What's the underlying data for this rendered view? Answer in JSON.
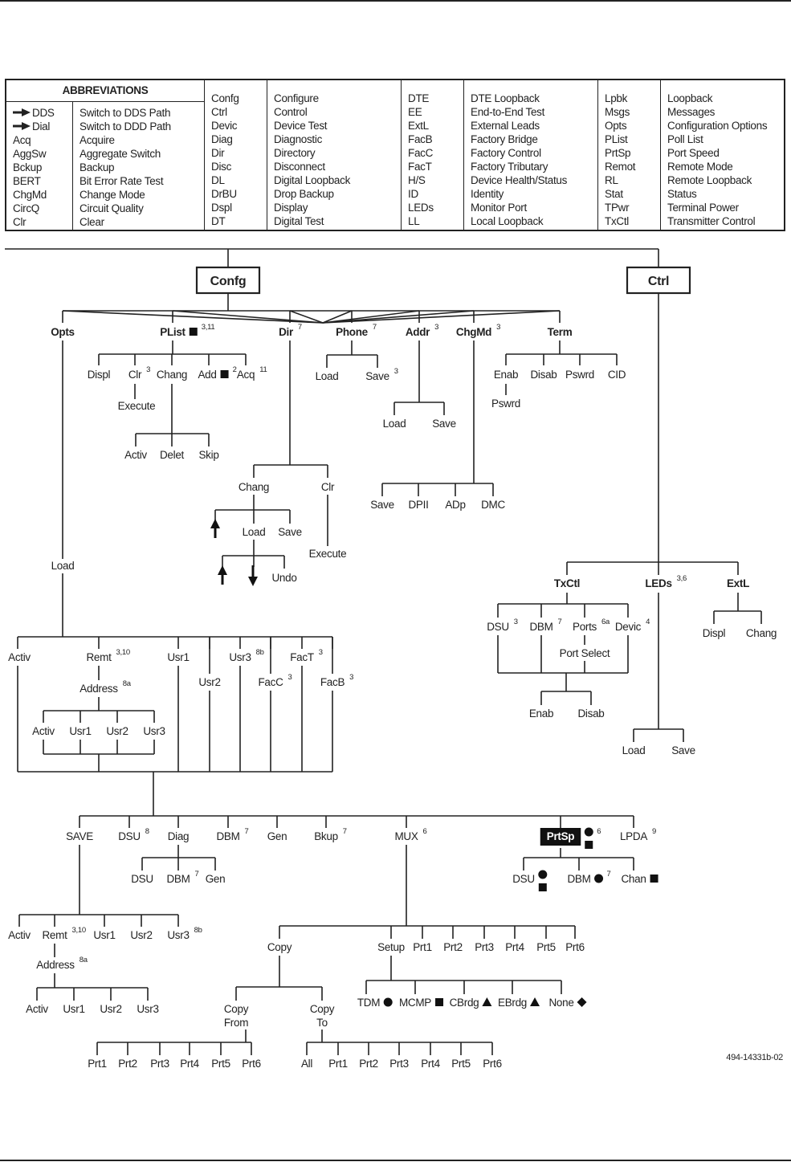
{
  "abbreviations": {
    "title": "ABBREVIATIONS",
    "groups": [
      {
        "abbr": [
          "DDS",
          "Dial",
          "Acq",
          "AggSw",
          "Bckup",
          "BERT",
          "ChgMd",
          "CircQ",
          "Clr"
        ],
        "meaning": [
          "Switch to DDS Path",
          "Switch to DDD Path",
          "Acquire",
          "Aggregate Switch",
          "Backup",
          "Bit Error Rate Test",
          "Change Mode",
          "Circuit Quality",
          "Clear"
        ],
        "arrow_rows": [
          0,
          1
        ]
      },
      {
        "abbr": [
          "Confg",
          "Ctrl",
          "Devic",
          "Diag",
          "Dir",
          "Disc",
          "DL",
          "DrBU",
          "Dspl",
          "DT"
        ],
        "meaning": [
          "Configure",
          "Control",
          "Device Test",
          "Diagnostic",
          "Directory",
          "Disconnect",
          "Digital Loopback",
          "Drop Backup",
          "Display",
          "Digital Test"
        ]
      },
      {
        "abbr": [
          "DTE",
          "EE",
          "ExtL",
          "FacB",
          "FacC",
          "FacT",
          "H/S",
          "ID",
          "LEDs",
          "LL"
        ],
        "meaning": [
          "DTE Loopback",
          "End-to-End Test",
          "External Leads",
          "Factory Bridge",
          "Factory Control",
          "Factory Tributary",
          "Device Health/Status",
          "Identity",
          "Monitor Port",
          "Local Loopback"
        ]
      },
      {
        "abbr": [
          "Lpbk",
          "Msgs",
          "Opts",
          "PList",
          "PrtSp",
          "Remot",
          "RL",
          "Stat",
          "TPwr",
          "TxCtl"
        ],
        "meaning": [
          "Loopback",
          "Messages",
          "Configuration Options",
          "Poll List",
          "Port Speed",
          "Remote Mode",
          "Remote Loopback",
          "Status",
          "Terminal Power",
          "Transmitter Control"
        ]
      }
    ],
    "arrow_icon": "right-arrow-icon"
  },
  "tree": {
    "roots": [
      {
        "id": "confg",
        "label": "Confg"
      },
      {
        "id": "ctrl",
        "label": "Ctrl"
      }
    ],
    "nodes": {
      "opts": {
        "label": "Opts",
        "bold": true
      },
      "plist": {
        "label": "PList",
        "bold": true,
        "marks": [
          "square"
        ],
        "sup": "3,11"
      },
      "dir": {
        "label": "Dir",
        "bold": true,
        "sup": "7"
      },
      "phone": {
        "label": "Phone",
        "bold": true,
        "sup": "7"
      },
      "addr": {
        "label": "Addr",
        "bold": true,
        "sup": "3"
      },
      "chgmd": {
        "label": "ChgMd",
        "bold": true,
        "sup": "3"
      },
      "term": {
        "label": "Term",
        "bold": true
      },
      "pl_displ": {
        "label": "Displ"
      },
      "pl_clr": {
        "label": "Clr",
        "sup": "3"
      },
      "pl_chang": {
        "label": "Chang"
      },
      "pl_add": {
        "label": "Add",
        "marks": [
          "square"
        ],
        "sup": "2"
      },
      "pl_acq": {
        "label": "Acq",
        "sup": "11"
      },
      "pl_execute": {
        "label": "Execute"
      },
      "pl_activ": {
        "label": "Activ"
      },
      "pl_delet": {
        "label": "Delet"
      },
      "pl_skip": {
        "label": "Skip"
      },
      "ph_load": {
        "label": "Load"
      },
      "ph_save": {
        "label": "Save",
        "sup": "3"
      },
      "ad_load": {
        "label": "Load"
      },
      "ad_save": {
        "label": "Save"
      },
      "cm_save": {
        "label": "Save"
      },
      "cm_dpii": {
        "label": "DPII"
      },
      "cm_adp": {
        "label": "ADp"
      },
      "cm_dmc": {
        "label": "DMC"
      },
      "t_enab": {
        "label": "Enab"
      },
      "t_disab": {
        "label": "Disab"
      },
      "t_pswrd": {
        "label": "Pswrd"
      },
      "t_cid": {
        "label": "CID"
      },
      "t_enab_pswrd": {
        "label": "Pswrd"
      },
      "dir_chang": {
        "label": "Chang"
      },
      "dir_clr": {
        "label": "Clr"
      },
      "dir_execute": {
        "label": "Execute"
      },
      "dc_up": {
        "label": "",
        "icon": "up-arrow-icon"
      },
      "dc_load": {
        "label": "Load"
      },
      "dc_save": {
        "label": "Save"
      },
      "dl_up": {
        "label": "",
        "icon": "up-arrow-icon"
      },
      "dl_down": {
        "label": "",
        "icon": "down-arrow-icon"
      },
      "dl_undo": {
        "label": "Undo"
      },
      "o_load": {
        "label": "Load"
      },
      "l_activ": {
        "label": "Activ"
      },
      "l_remt": {
        "label": "Remt",
        "sup": "3,10"
      },
      "l_usr1": {
        "label": "Usr1"
      },
      "l_usr2": {
        "label": "Usr2"
      },
      "l_usr3": {
        "label": "Usr3",
        "sup": "8b"
      },
      "l_facc": {
        "label": "FacC",
        "sup": "3"
      },
      "l_fact": {
        "label": "FacT",
        "sup": "3"
      },
      "l_facb": {
        "label": "FacB",
        "sup": "3"
      },
      "l_address": {
        "label": "Address",
        "sup": "8a"
      },
      "la_activ": {
        "label": "Activ"
      },
      "la_usr1": {
        "label": "Usr1"
      },
      "la_usr2": {
        "label": "Usr2"
      },
      "la_usr3": {
        "label": "Usr3"
      },
      "m_save": {
        "label": "SAVE"
      },
      "m_dsu": {
        "label": "DSU",
        "sup": "8"
      },
      "m_diag": {
        "label": "Diag"
      },
      "m_dbm": {
        "label": "DBM",
        "sup": "7"
      },
      "m_gen": {
        "label": "Gen"
      },
      "m_bkup": {
        "label": "Bkup",
        "sup": "7"
      },
      "m_mux": {
        "label": "MUX",
        "sup": "6"
      },
      "m_prtsp": {
        "label": "PrtSp",
        "inverted": true,
        "marks": [
          "circle",
          "square"
        ],
        "sup": "6"
      },
      "m_lpda": {
        "label": "LPDA",
        "sup": "9"
      },
      "dg_dsu": {
        "label": "DSU"
      },
      "dg_dbm": {
        "label": "DBM",
        "sup": "7"
      },
      "dg_gen": {
        "label": "Gen"
      },
      "ps_dsu": {
        "label": "DSU",
        "marks": [
          "circle",
          "square"
        ]
      },
      "ps_dbm": {
        "label": "DBM",
        "marks": [
          "circle"
        ],
        "sup": "7"
      },
      "ps_chan": {
        "label": "Chan",
        "marks": [
          "square"
        ]
      },
      "s_activ": {
        "label": "Activ"
      },
      "s_remt": {
        "label": "Remt",
        "sup": "3,10"
      },
      "s_usr1": {
        "label": "Usr1"
      },
      "s_usr2": {
        "label": "Usr2"
      },
      "s_usr3": {
        "label": "Usr3",
        "sup": "8b"
      },
      "s_address": {
        "label": "Address",
        "sup": "8a"
      },
      "sa_activ": {
        "label": "Activ"
      },
      "sa_usr1": {
        "label": "Usr1"
      },
      "sa_usr2": {
        "label": "Usr2"
      },
      "sa_usr3": {
        "label": "Usr3"
      },
      "mx_copy": {
        "label": "Copy"
      },
      "mx_setup": {
        "label": "Setup"
      },
      "mx_prt1": {
        "label": "Prt1"
      },
      "mx_prt2": {
        "label": "Prt2"
      },
      "mx_prt3": {
        "label": "Prt3"
      },
      "mx_prt4": {
        "label": "Prt4"
      },
      "mx_prt5": {
        "label": "Prt5"
      },
      "mx_prt6": {
        "label": "Prt6"
      },
      "su_tdm": {
        "label": "TDM",
        "marks": [
          "circle"
        ]
      },
      "su_mcmp": {
        "label": "MCMP",
        "marks": [
          "square"
        ]
      },
      "su_cbrdg": {
        "label": "CBrdg",
        "marks": [
          "triangle"
        ]
      },
      "su_ebrdg": {
        "label": "EBrdg",
        "marks": [
          "triangle"
        ]
      },
      "su_none": {
        "label": "None",
        "marks": [
          "diamond"
        ]
      },
      "cp_from": {
        "label": "Copy",
        "label2": "From"
      },
      "cp_to": {
        "label": "Copy",
        "label2": "To"
      },
      "cf_prt1": {
        "label": "Prt1"
      },
      "cf_prt2": {
        "label": "Prt2"
      },
      "cf_prt3": {
        "label": "Prt3"
      },
      "cf_prt4": {
        "label": "Prt4"
      },
      "cf_prt5": {
        "label": "Prt5"
      },
      "cf_prt6": {
        "label": "Prt6"
      },
      "ct_all": {
        "label": "All"
      },
      "ct_prt1": {
        "label": "Prt1"
      },
      "ct_prt2": {
        "label": "Prt2"
      },
      "ct_prt3": {
        "label": "Prt3"
      },
      "ct_prt4": {
        "label": "Prt4"
      },
      "ct_prt5": {
        "label": "Prt5"
      },
      "ct_prt6": {
        "label": "Prt6"
      },
      "txctl": {
        "label": "TxCtl",
        "bold": true
      },
      "leds": {
        "label": "LEDs",
        "bold": true,
        "sup": "3,6"
      },
      "extl": {
        "label": "ExtL",
        "bold": true
      },
      "tx_dsu": {
        "label": "DSU",
        "sup": "3"
      },
      "tx_dbm": {
        "label": "DBM",
        "sup": "7"
      },
      "tx_ports": {
        "label": "Ports",
        "sup": "6a"
      },
      "tx_devic": {
        "label": "Devic",
        "sup": "4"
      },
      "tx_portsel": {
        "label": "Port Select"
      },
      "tx_enab": {
        "label": "Enab"
      },
      "tx_disab": {
        "label": "Disab"
      },
      "le_load": {
        "label": "Load"
      },
      "le_save": {
        "label": "Save"
      },
      "ex_displ": {
        "label": "Displ"
      },
      "ex_chang": {
        "label": "Chang"
      }
    }
  },
  "figure_id": "494-14331b-02"
}
